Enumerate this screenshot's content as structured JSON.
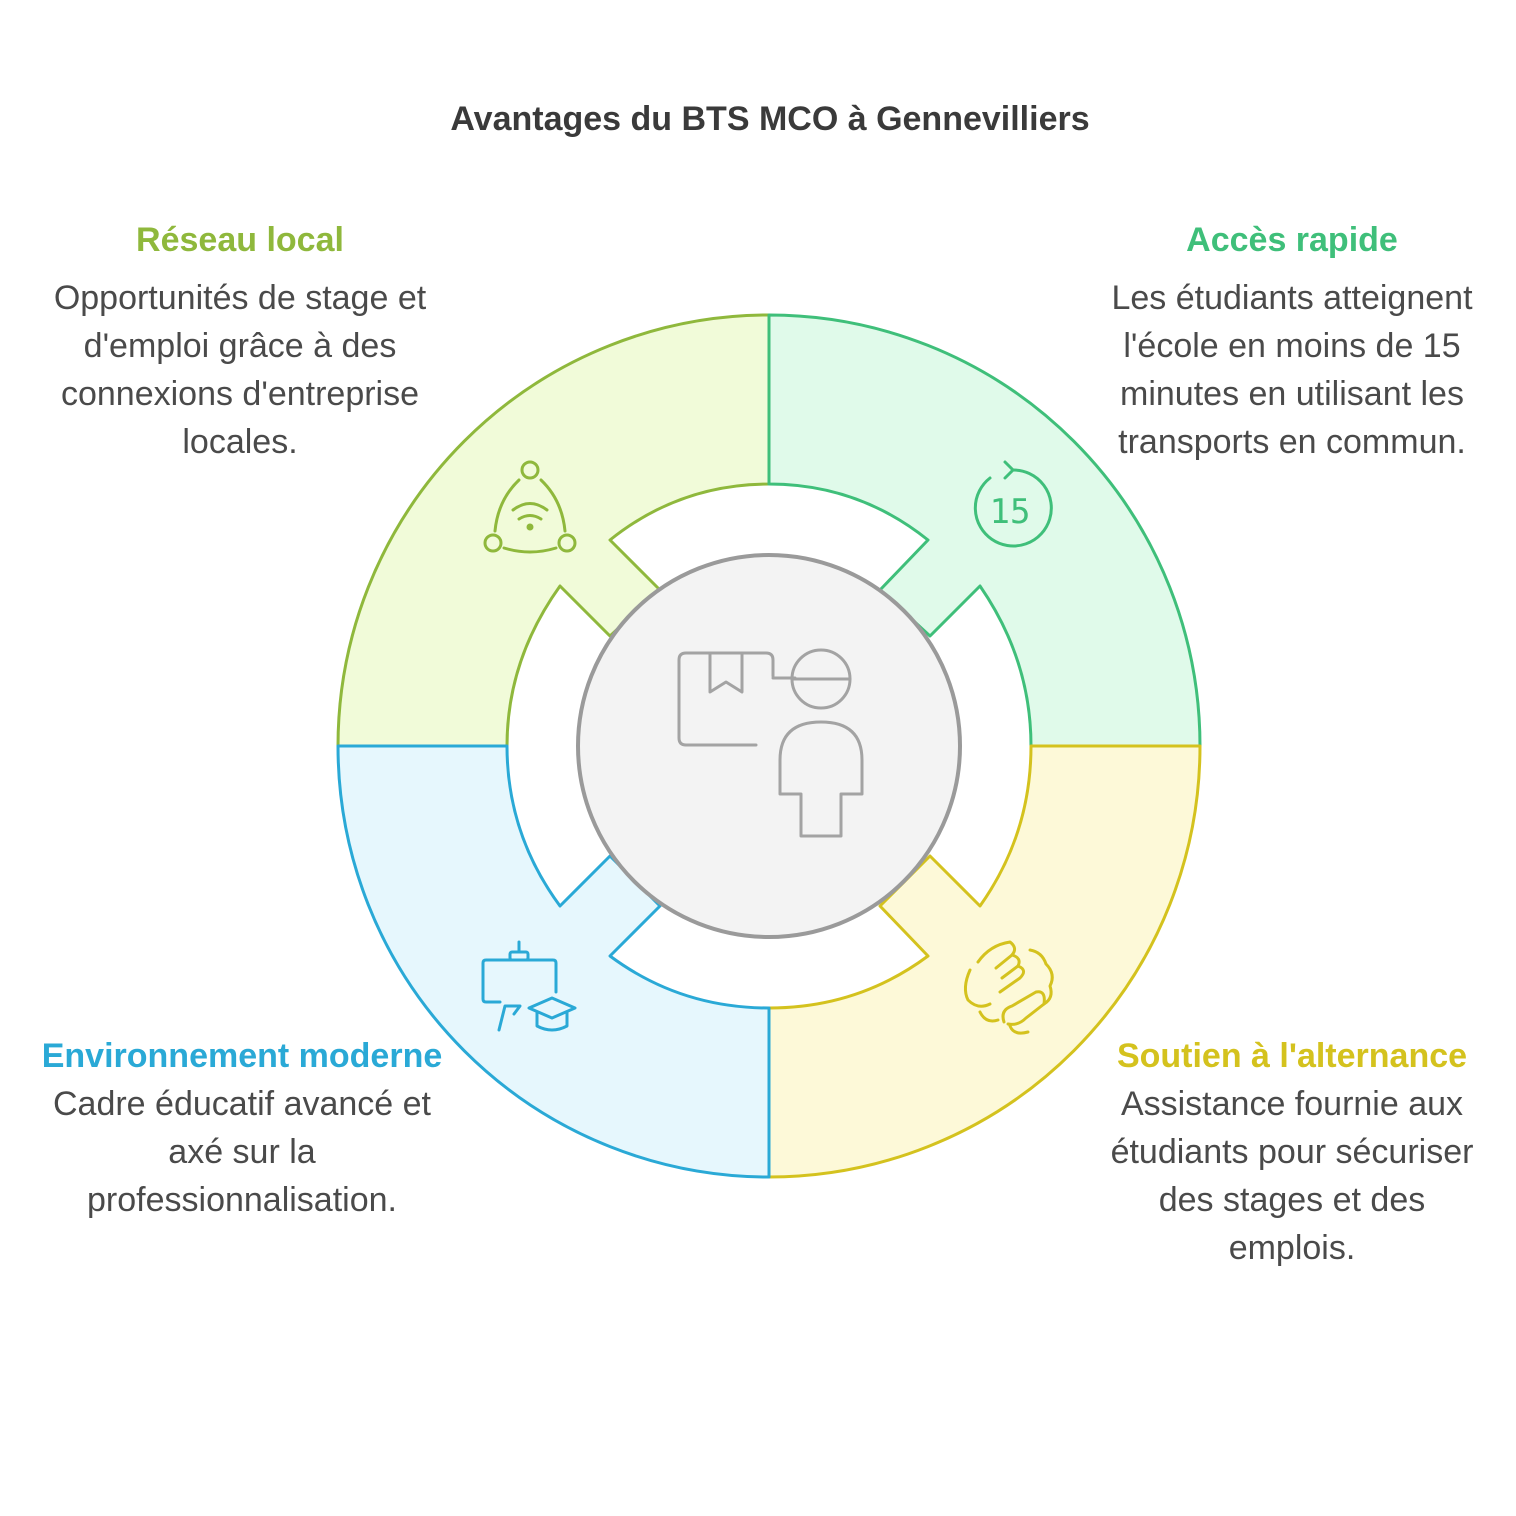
{
  "title": "Avantages du BTS MCO à Gennevilliers",
  "colors": {
    "green_light": "#8fb83c",
    "green": "#3fbf7a",
    "blue": "#2aa9d6",
    "yellow": "#d4c21e",
    "center": "#9a9a9a"
  },
  "center_icon": "teacher-with-box-icon",
  "segments": [
    {
      "id": "reseau",
      "heading": "Réseau local",
      "description": "Opportunités de stage et d'emploi grâce à des connexions d'entreprise locales.",
      "icon": "network-icon",
      "color": "#8fb83c"
    },
    {
      "id": "acces",
      "heading": "Accès rapide",
      "description": "Les étudiants atteignent l'école en moins de 15 minutes en utilisant les transports en commun.",
      "icon": "timer-15-icon",
      "icon_text": "15",
      "color": "#3fbf7a"
    },
    {
      "id": "environnement",
      "heading": "Environnement moderne",
      "description": "Cadre éducatif avancé et axé sur la professionnalisation.",
      "icon": "classroom-graduation-icon",
      "color": "#2aa9d6"
    },
    {
      "id": "soutien",
      "heading": "Soutien à l'alternance",
      "description": "Assistance fournie aux étudiants pour sécuriser des stages et des emplois.",
      "icon": "handshake-icon",
      "color": "#d4c21e"
    }
  ]
}
